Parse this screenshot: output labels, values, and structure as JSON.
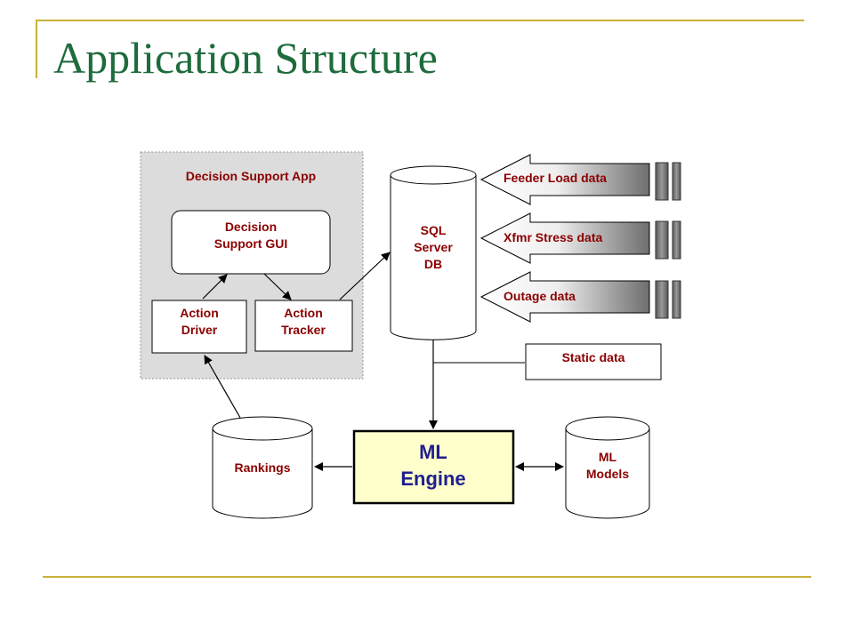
{
  "slide": {
    "title": "Application Structure"
  },
  "diagram": {
    "decision_support_app": "Decision Support App",
    "gui_line1": "Decision",
    "gui_line2": "Support GUI",
    "action_driver_line1": "Action",
    "action_driver_line2": "Driver",
    "action_tracker_line1": "Action",
    "action_tracker_line2": "Tracker",
    "sql_line1": "SQL",
    "sql_line2": "Server",
    "sql_line3": "DB",
    "feeder_load": "Feeder Load data",
    "xfmr_stress": "Xfmr Stress data",
    "outage": "Outage data",
    "static_data": "Static data",
    "rankings": "Rankings",
    "ml_engine_line1": "ML",
    "ml_engine_line2": "Engine",
    "ml_models_line1": "ML",
    "ml_models_line2": "Models"
  },
  "colors": {
    "label_red": "#8b0000",
    "engine_blue": "#1f1f8f",
    "engine_fill": "#ffffcc",
    "panel_fill": "#dcdcdc",
    "title_green": "#1e6b3c",
    "frame_gold": "#c9b13a"
  }
}
